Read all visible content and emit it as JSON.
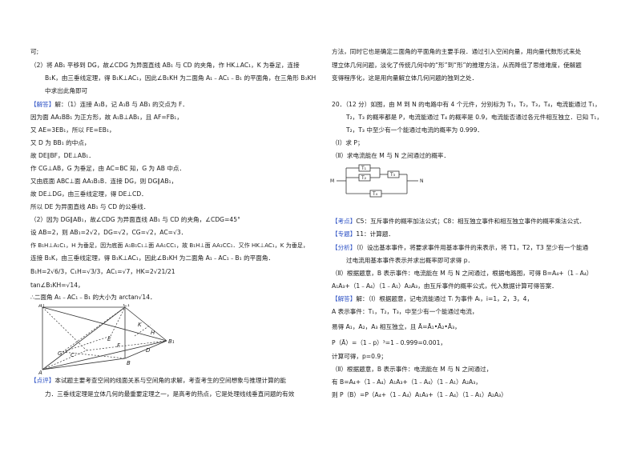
{
  "left": {
    "lines": [
      "可;",
      "（2）将 AB₁ 平移到 DG，故∠CDG 为异面直线 AB₁ 与 CD 的夹角，作 HK⊥AC₁，K 为垂足，连接",
      "B₁K，由三垂线定理，得 B₁K⊥AC₁，因此∠B₁KH 为二面角 A₁﹣AC₁﹣B₁ 的平面角，在三角形 B₁KH",
      "中求出此角即可",
      "【解答】解：（1）连接 A₁B，记 A₁B 与 AB₁ 的交点为 F．",
      "因为面 AA₁BB₁ 为正方形，故 A₁B⊥AB₁，且 AF=FB₁，",
      "又 AE=3EB₁，所以 FE=EB₁，",
      "又 D 为 BB₁ 的中点，",
      "故 DE∥BF，DE⊥AB₁．",
      "作 CG⊥AB，G 为垂足，由 AC=BC 知，G 为 AB 中点．",
      "又由底面 ABC⊥面 AA₁B₁B．连接 DG，则 DG∥AB₁，",
      "故 DE⊥DG，由三垂线定理，得 DE⊥CD．",
      "所以 DE 为异面直线 AB₁ 与 CD 的公垂线．",
      "（2）因为 DG∥AB₁，故∠CDG 为异面直线 AB₁ 与 CD 的夹角，∠CDG=45°",
      "设 AB=2，则 AB₁=2√2，DG=√2，CG=√2，AC=√3．",
      "作 B₁H⊥A₁C₁，H 为垂足，因为底面 A₁B₁C₁⊥面 AA₁CC₁，故 B₁H⊥面 AA₁CC₁．又作 HK⊥AC₁，K 为垂足，",
      "连接 B₁K，由三垂线定理，得 B₁K⊥AC₁，因此∠B₁KH 为二面角 A₁﹣AC₁﹣B₁ 的平面角．",
      "B₁H=2√6/3，C₁H=√3/3，AC₁=√7，HK=2√21/21",
      "tan∠B₁KH=√14，",
      "∴二面角 A₁﹣AC₁﹣B₁ 的大小为 arctan√14．",
      "【点评】本试题主要考查空间的线面关系与空间角的求解，考查考生的空间想象与推理计算的能",
      "力．三垂线定理是立体几何的最重要定理之一，是高考的热点，它是处理线线垂直问题的有效"
    ],
    "figure_labels": [
      "A₁",
      "C₁",
      "B₁",
      "A",
      "B",
      "C",
      "D",
      "E",
      "F",
      "G",
      "H",
      "K"
    ]
  },
  "right": {
    "lines": [
      "方法，同时它也是确定二面角的平面角的主要手段．通过引入空间向量，用向量代数形式来处",
      "理立体几何问题，淡化了传统几何中的“形”到“形”的推理方法，从而降低了思维难度，使解题",
      "变得程序化，这是用向量解立体几何问题的独到之处．",
      "20．（12 分）如图，由 M 到 N 的电路中有 4 个元件，分别标为 T₁，T₂，T₃，T₄，电流能通过 T₁，",
      "T₂，T₃ 的概率都是 P，电流能通过 T₄ 的概率是 0.9，电流能否通过各元件相互独立．已知 T₁，",
      "T₂，T₃ 中至少有一个能通过电流的概率为 0.999．",
      "（Ⅰ）求 P；",
      "（Ⅱ）求电流能在 M 与 N 之间通过的概率．",
      "【考点】C5：互斥事件的概率加法公式；C8：相互独立事件和相互独立事件的概率乘法公式．",
      "【专题】11：计算题．",
      "【分析】（Ⅰ）设出基本事件，将要求事件用基本事件的来表示，将 T1，T2，T3 至少有一个能通",
      "过电流用基本事件表示并求出概率即可求得 p．",
      "（Ⅱ）根据题意，B 表示事件：电流能在 M 与 N 之间通过，根据电路图，可得 B=A₄+（1﹣A₄）",
      "A₁A₃+（1﹣A₄）（1﹣A₁）A₂A₃，由互斥事件的概率公式，代入数据计算可得答案．",
      "【解答】解：（Ⅰ）根据题意，记电流能通过 Tᵢ 为事件 Aᵢ，i=1，2，3，4，",
      "A 表示事件：T₁，T₂，T₃，中至少有一个能通过电流，",
      "易得 A₁，A₂，A₃ 相互独立，且 Ā=Ā₁•Ā₂•Ā₃，",
      "P（Ā）=（1﹣p）³=1﹣0.999=0.001，",
      "计算可得，p=0.9；",
      "（Ⅱ）根据题意，B 表示事件：电流能在 M 与 N 之间通过，",
      "有 B=A₄+（1﹣A₄）A₁A₃+（1﹣A₄）（1﹣A₁）A₂A₃，",
      "则 P（B）=P（A₄+（1﹣A₄）A₁A₃+（1﹣A₄）（1﹣A₁）A₂A₃）"
    ],
    "circuit_labels": {
      "m": "M",
      "n": "N",
      "t1": "T₁",
      "t2": "T₂",
      "t3": "T₃",
      "t4": "T₄"
    }
  }
}
